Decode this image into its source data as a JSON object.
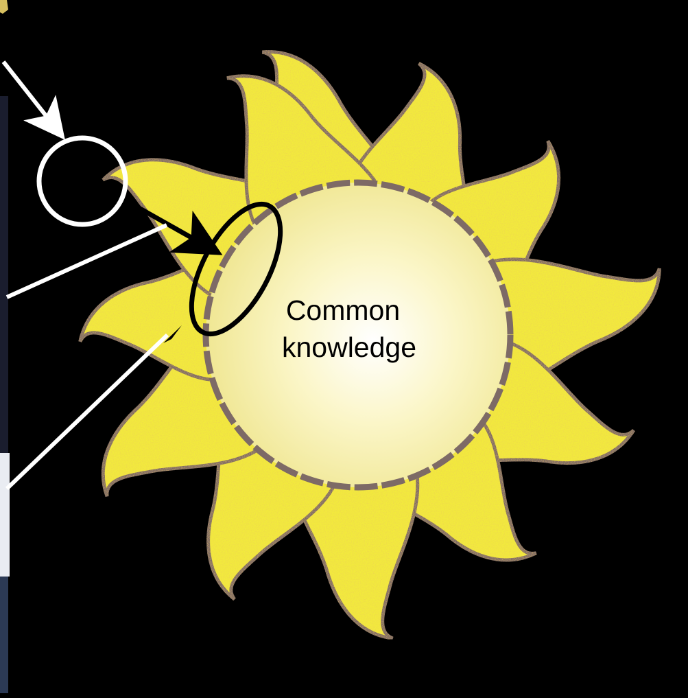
{
  "center_label": {
    "line1": "Common",
    "line2": "knowledge"
  },
  "colors": {
    "background": "#000000",
    "sun_yellow": "#f2ea3c",
    "sun_core": "#fdf8d8",
    "sun_outline": "#7d6a66",
    "annotation_white": "#ffffff",
    "annotation_black": "#000000"
  },
  "icons": [
    "sun-illustration",
    "white-circle-highlight",
    "black-ellipse-highlight",
    "arrow"
  ]
}
